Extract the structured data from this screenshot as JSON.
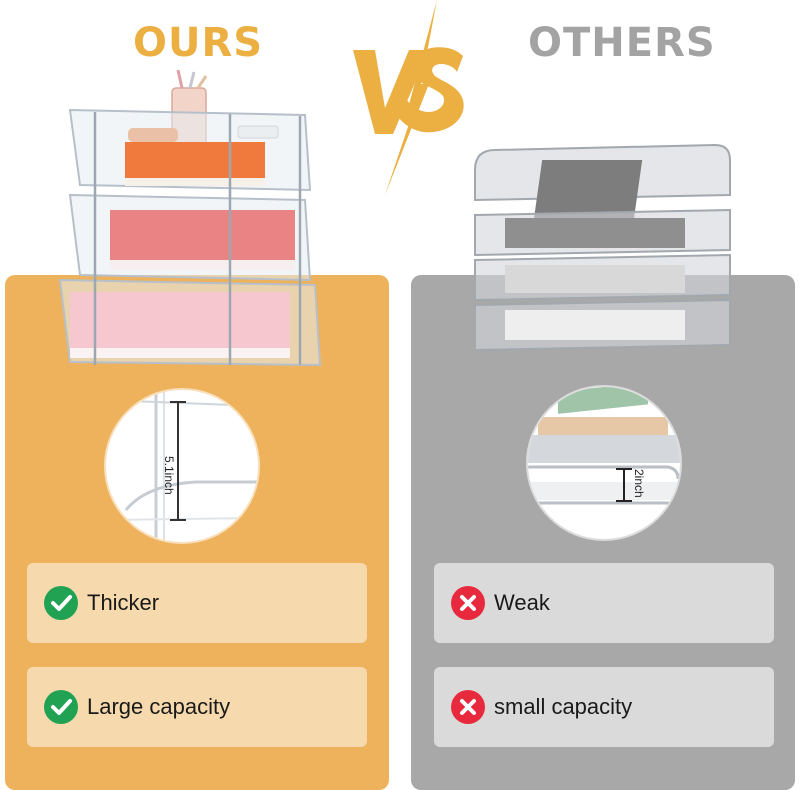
{
  "headings": {
    "ours": "OURS",
    "vs": "VS",
    "others": "OTHERS"
  },
  "measurements": {
    "ours": "5.1inch",
    "others": "2inch"
  },
  "ours_features": [
    "Thicker",
    "Large capacity"
  ],
  "others_features": [
    "Weak",
    "small capacity"
  ],
  "colors": {
    "ours_accent": "#ecb042",
    "ours_panel": "#edb25b",
    "ours_card": "#f6d9ad",
    "others_panel": "#a8a8a8",
    "others_card": "#dadada",
    "others_heading": "#a3a3a3",
    "check": "#21a152",
    "cross": "#e8283c"
  },
  "icons": {
    "positive": "check-circle-icon",
    "negative": "cross-circle-icon"
  }
}
